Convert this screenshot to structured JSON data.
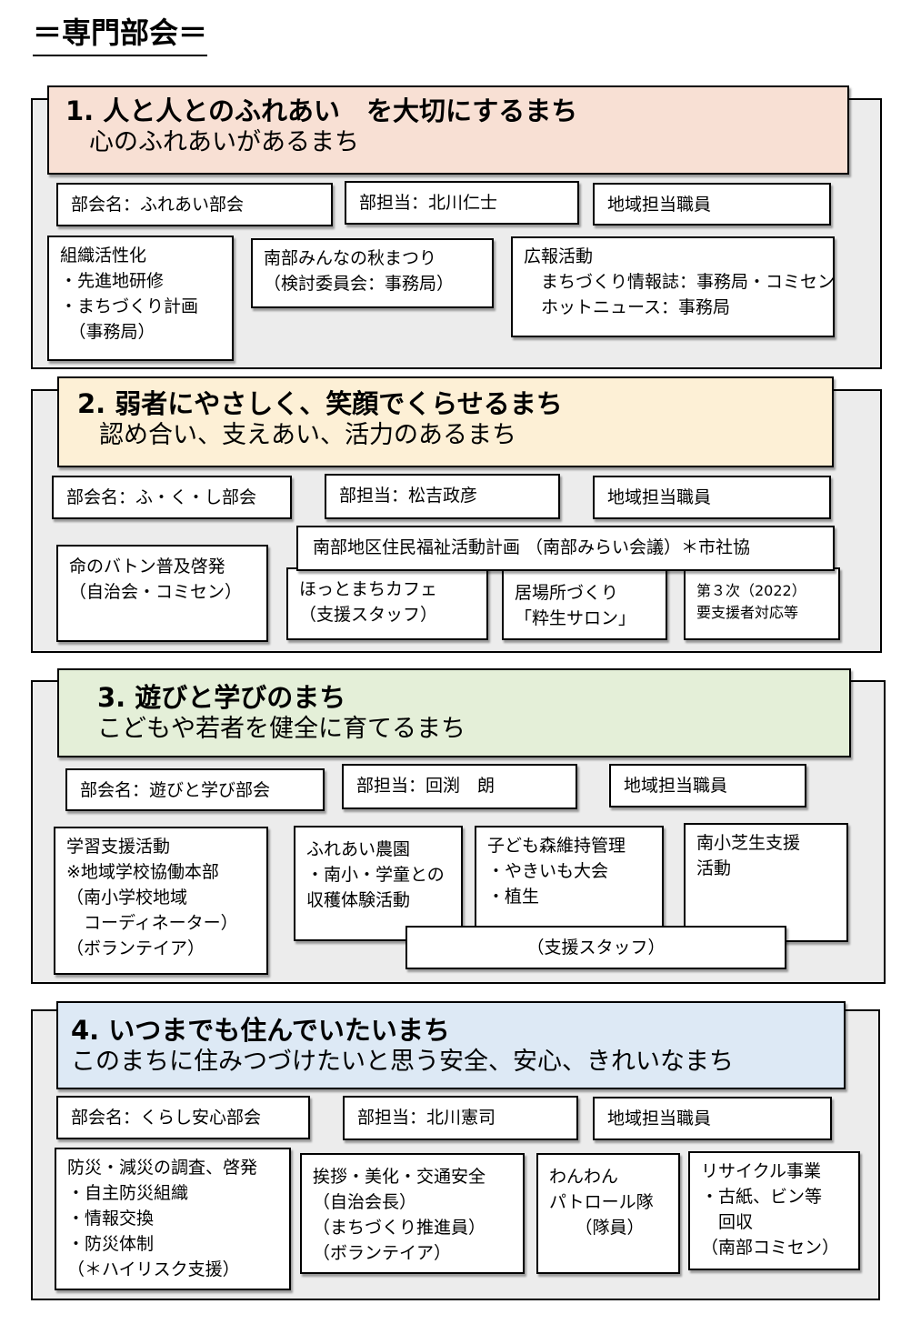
{
  "page_title": "＝専門部会＝",
  "sections": [
    {
      "heading": "1. 人と人とのふれあい　を大切にするまち",
      "subheading": "心のふれあいがあるまち",
      "color": "#f8e0d4",
      "committee": "部会名：ふれあい部会",
      "officer": "部担当：北川仁士",
      "staff": "地域担当職員",
      "activities": [
        "組織活性化\n・先進地研修\n・まちづくり計画\n　（事務局）",
        "南部みんなの秋まつり\n（検討委員会：事務局）",
        "広報活動\n　まちづくり情報誌：事務局・コミセン\n　ホットニュース：事務局"
      ]
    },
    {
      "heading": "2. 弱者にやさしく、笑顔でくらせるまち",
      "subheading": "認め合い、支えあい、活力のあるまち",
      "color": "#fdf0d6",
      "committee": "部会名：ふ・く・し部会",
      "officer": "部担当：松吉政彦",
      "staff": "地域担当職員",
      "plan": "南部地区住民福祉活動計画 （南部みらい会議）＊市社協",
      "activities": [
        "命のバトン普及啓発\n（自治会・コミセン）",
        "ほっとまちカフェ\n（支援スタッフ）",
        "居場所づくり\n「粋生サロン」",
        "第３次（2022）\n要支援者対応等"
      ]
    },
    {
      "heading": "3. 遊びと学びのまち",
      "subheading": "こどもや若者を健全に育てるまち",
      "color": "#e4efd8",
      "committee": "部会名：遊びと学び部会",
      "officer": "部担当：回渕　朗",
      "staff": "地域担当職員",
      "support": "（支援スタッフ）",
      "activities": [
        "学習支援活動\n※地域学校協働本部\n（南小学校地域\n　コーディネーター）\n（ボランテイア）",
        "ふれあい農園\n・南小・学童との\n収穫体験活動",
        "子ども森維持管理\n・やきいも大会\n・植生",
        "南小芝生支援\n活動"
      ]
    },
    {
      "heading": "4. いつまでも住んでいたいまち",
      "subheading": "このまちに住みつづけたいと思う安全、安心、きれいなまち",
      "color": "#dde9f5",
      "committee": "部会名：くらし安心部会",
      "officer": "部担当：北川憲司",
      "staff": "地域担当職員",
      "activities": [
        "防災・減災の調査、啓発\n・自主防災組織\n・情報交換\n・防災体制\n（＊ハイリスク支援）",
        "挨拶・美化・交通安全\n（自治会長）\n（まちづくり推進員）\n（ボランテイア）",
        "わんわん\nパトロール隊\n　　（隊員）",
        "リサイクル事業\n・古紙、ビン等\n　回収\n（南部コミセン）"
      ]
    }
  ]
}
